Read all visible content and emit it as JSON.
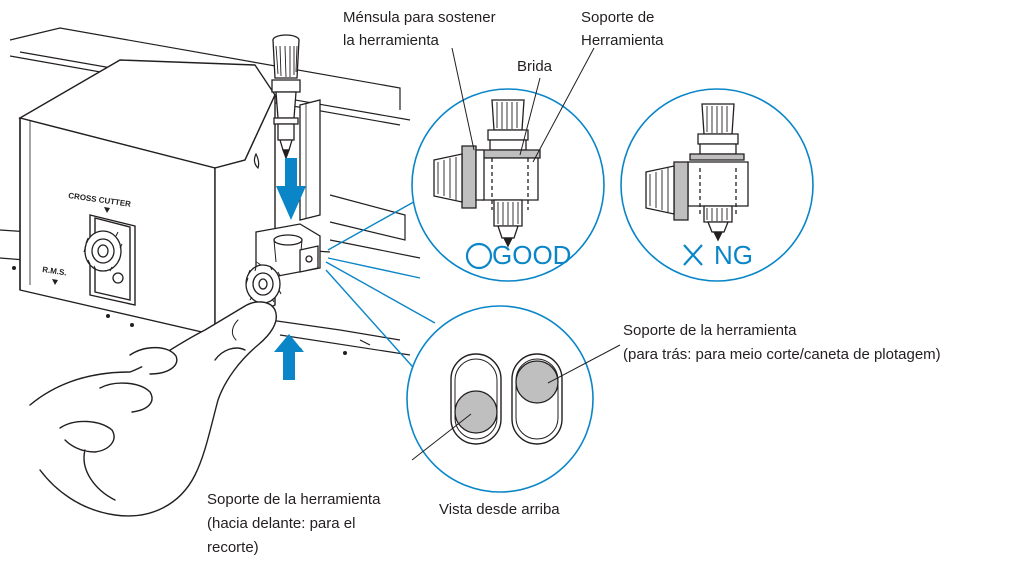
{
  "labels": {
    "bracket_line1": "Ménsula para sostener",
    "bracket_line2": "la herramienta",
    "holder_line1": "Soporte de",
    "holder_line2": "Herramienta",
    "flange": "Brida",
    "good": "GOOD",
    "ng": "NG",
    "top_view": "Vista desde arriba",
    "rear_line1": "Soporte de la herramienta",
    "rear_line2": "(para trás: para meio corte/caneta de plotagem)",
    "front_line1": "Soporte de la herramienta",
    "front_line2": "(hacia delante: para el",
    "front_line3": "recorte)",
    "cross_cutter": "CROSS CUTTER",
    "rms": "R.M.S."
  },
  "icons": {
    "good_mark": "circle-icon",
    "ng_mark": "cross-icon",
    "down_arrow": "arrow-down-icon",
    "up_arrow": "arrow-up-icon"
  },
  "colors": {
    "accent_blue": "#0a86c8",
    "line": "#231f20",
    "grey_fill": "#bfbfbf"
  }
}
